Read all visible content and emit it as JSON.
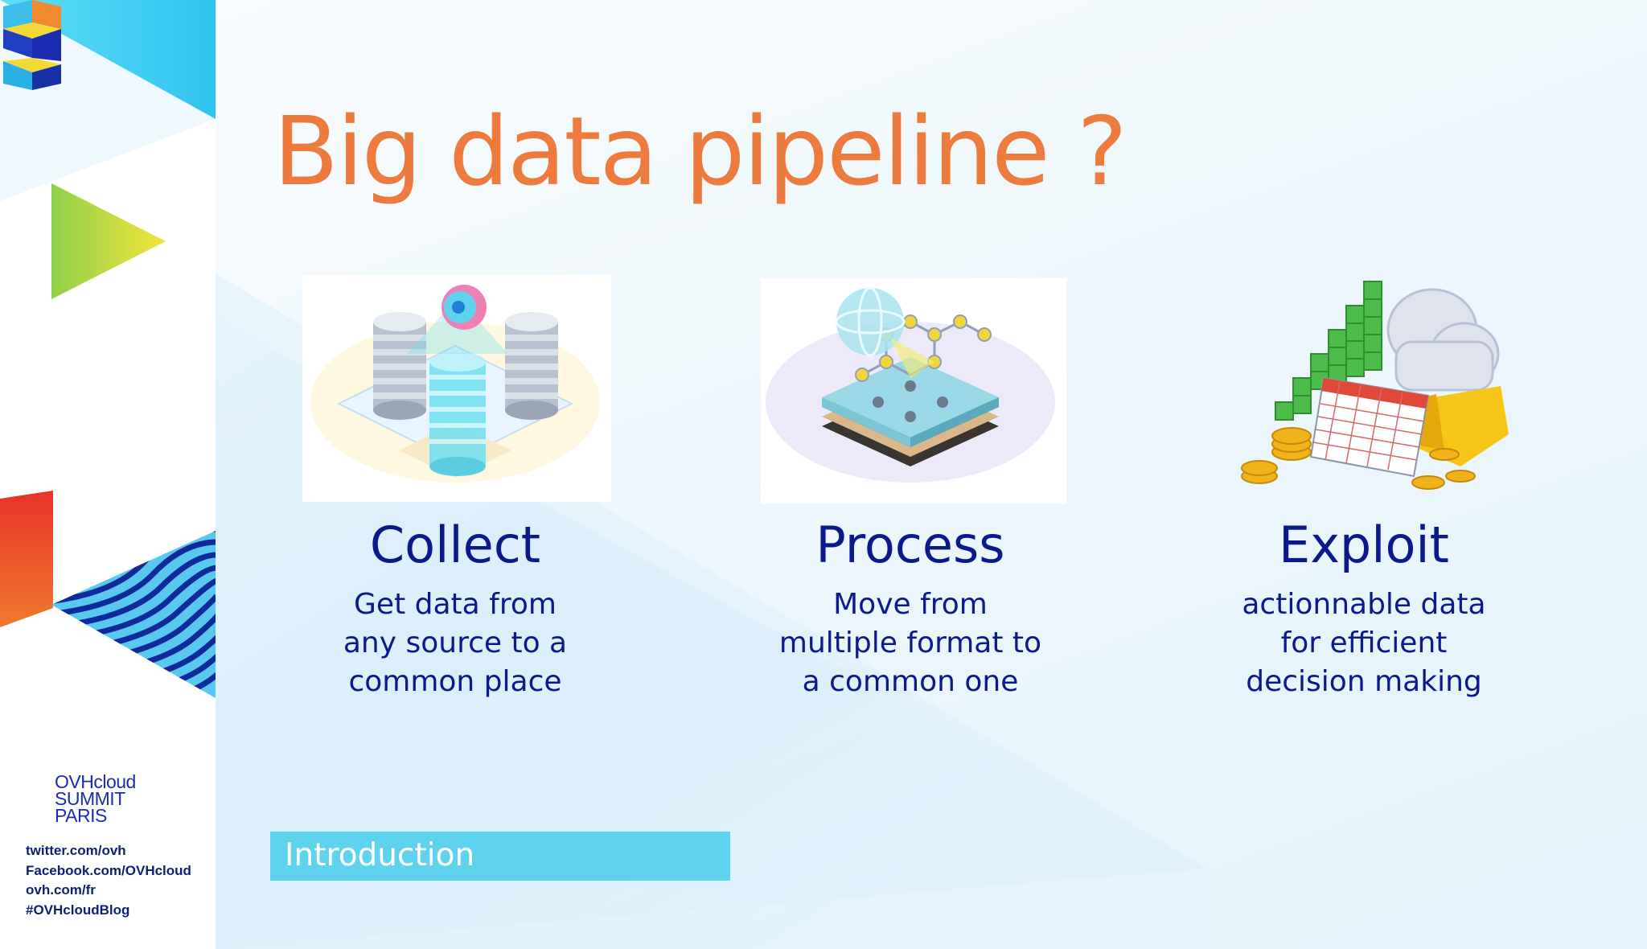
{
  "slide": {
    "title": "Big data pipeline ?",
    "columns": [
      {
        "icon": "database-servers-icon",
        "heading": "Collect",
        "lines": [
          "Get data from",
          "any source to a",
          "common place"
        ]
      },
      {
        "icon": "data-processing-layers-icon",
        "heading": "Process",
        "lines": [
          "Move from",
          "multiple format to",
          "a common one"
        ]
      },
      {
        "icon": "analytics-calendar-cloud-icon",
        "heading": "Exploit",
        "lines": [
          "actionnable data",
          "for efficient",
          "decision making"
        ]
      }
    ],
    "section_label": "Introduction"
  },
  "branding": {
    "logo_icon": "ovhcloud-summit-logo-icon",
    "event_lines": [
      "OVHcloud",
      "SUMMIT",
      "PARIS"
    ],
    "social_lines": [
      "twitter.com/ovh",
      "Facebook.com/OVHcloud",
      "ovh.com/fr",
      "#OVHcloudBlog"
    ]
  },
  "colors": {
    "title": "#ec7b3d",
    "heading": "#0a1a8c",
    "section_bar": "#5fd3ee",
    "brand_blue": "#1a2db0"
  }
}
